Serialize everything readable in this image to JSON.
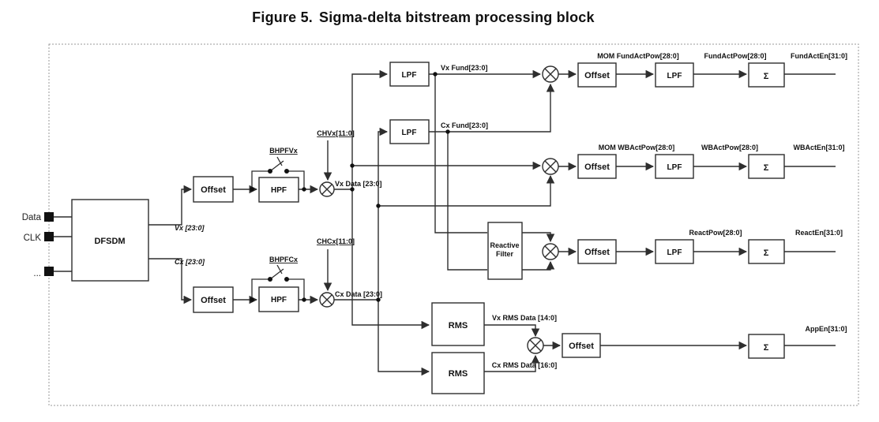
{
  "title": {
    "figure_label": "Figure 5.",
    "title_text": "Sigma-delta bitstream processing block"
  },
  "colors": {
    "figure_label": "#3fa3da",
    "title_text": "#1f3864",
    "diagram_line": "#2e2e2e"
  },
  "inputs": {
    "data": "Data",
    "clk": "CLK",
    "ellipsis": "..."
  },
  "blocks": {
    "dfsdm": "DFSDM",
    "offset": "Offset",
    "hpf": "HPF",
    "lpf": "LPF",
    "rms": "RMS",
    "sigma": "Σ",
    "reactive_line1": "Reactive",
    "reactive_line2": "Filter"
  },
  "labels": {
    "vx_out": "Vx [23:0]",
    "cx_out": "Cx [23:0]",
    "bhpfvx": "BHPFVx",
    "bhpfcx": "BHPFCx",
    "chvx": "CHVx[11:0]",
    "chcx": "CHCx[11:0]",
    "vx_data": "Vx Data [23:0]",
    "cx_data": "Cx Data [23:0]",
    "vx_fund": "Vx Fund[23:0]",
    "cx_fund": "Cx Fund[23:0]",
    "mom_fundactpow": "MOM FundActPow[28:0]",
    "fundactpow": "FundActPow[28:0]",
    "fundacten": "FundActEn[31:0]",
    "mom_wbactpow": "MOM WBActPow[28:0]",
    "wbactpow": "WBActPow[28:0]",
    "wbacten": "WBActEn[31:0]",
    "reactpow": "ReactPow[28:0]",
    "reacten": "ReactEn[31:0]",
    "vx_rms_data": "Vx RMS Data [14:0]",
    "cx_rms_data": "Cx RMS Data [16:0]",
    "appen": "AppEn[31:0]"
  }
}
